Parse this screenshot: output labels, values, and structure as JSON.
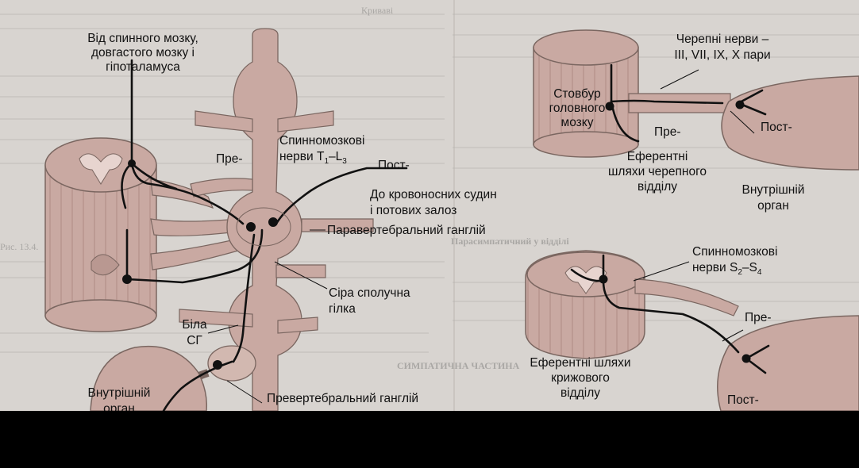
{
  "colors": {
    "paper": "#d8d4d0",
    "tissue_fill": "#c9a9a2",
    "tissue_stroke": "#7a6660",
    "ganglion_fill": "#d2b8b0",
    "line": "#111111",
    "bottom_band": "#000000"
  },
  "labels": {
    "from_cns": "Від спинного мозку,\nдовгастого мозку і\nгіпоталамуса",
    "pre_left": "Пре-",
    "spinal_nerves_main": "Спинномозкові",
    "spinal_nerves_prefix": "нерви T",
    "spinal_nerves_sub1": "1",
    "spinal_nerves_dash": "–L",
    "spinal_nerves_sub2": "3",
    "post_left": "Пост-",
    "to_vessels": "До кровоносних судин\nі потових залоз",
    "paravertebral": "Паравертебральний ганглій",
    "gray_ramus": "Сіра сполучна\nгілка",
    "white_ramus": "Біла\nСГ",
    "internal_organ_left": "Внутрішній\nорган",
    "prevertebral": "Превертебральний ганглій",
    "cranial_nerves": "Черепні нерви –\nIII, VII, IX, X пари",
    "brainstem": "Стовбур\nголовного\nмозку",
    "pre_cranial": "Пре-",
    "post_cranial": "Пост-",
    "efferent_cranial": "Еферентні\nшляхи черепного\nвідділу",
    "internal_organ_right": "Внутрішній\nорган",
    "spinal_s_main": "Спинномозкові",
    "spinal_s_prefix": "нерви S",
    "spinal_s_sub1": "2",
    "spinal_s_dash": "–S",
    "spinal_s_sub2": "4",
    "pre_sacral": "Пре-",
    "efferent_sacral": "Еферентні шляхи\nкрижового\nвідділу",
    "post_sacral": "Пост-"
  },
  "background_text": [
    "Криваві",
    "Рис. 13.4.",
    "СИМПАТИЧНА ЧАСТИНА",
    "Парасимпатичний у відділі"
  ]
}
